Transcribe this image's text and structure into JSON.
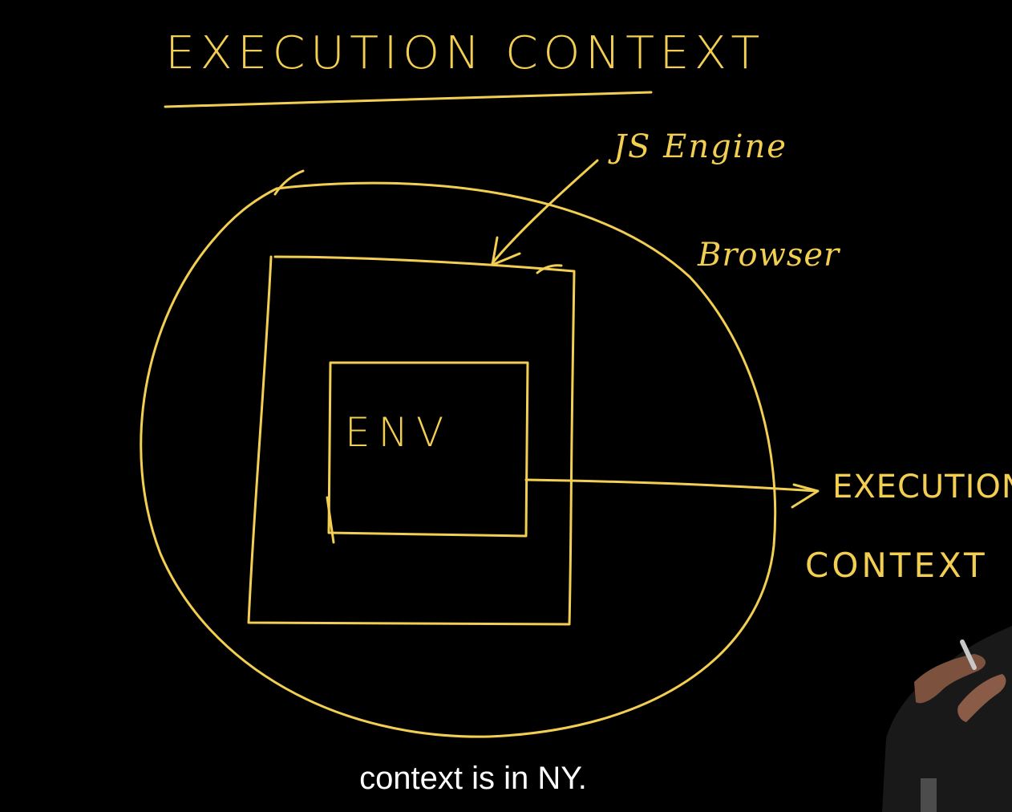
{
  "board": {
    "title": "EXECUTION CONTEXT",
    "outer_label_top": "JS Engine",
    "outer_label_bottom": "Browser",
    "inner_box_label": "ENV",
    "arrow_target_line1": "EXECUTION",
    "arrow_target_line2": "CONTEXT",
    "ink_color": "#f2cf52",
    "background_color": "#000000"
  },
  "caption": {
    "text": "context is in NY."
  }
}
